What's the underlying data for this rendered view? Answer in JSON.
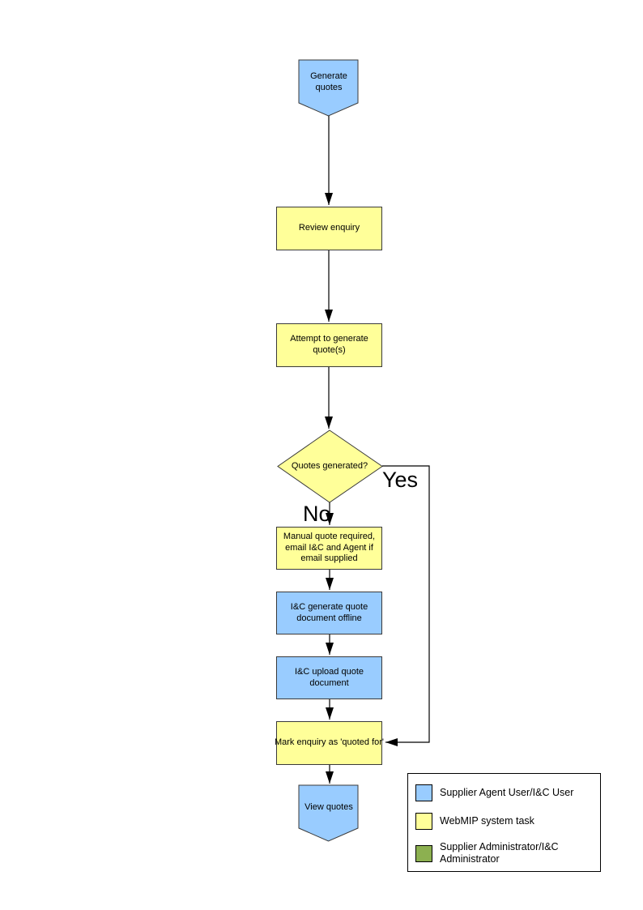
{
  "colors": {
    "node_blue": "#99CCFF",
    "node_yellow": "#FFFF99",
    "legend_green": "#8CB050",
    "stroke": "#3a3a3a",
    "connector": "#000000",
    "page_background": "#FFFFFF"
  },
  "nodes": {
    "start": {
      "label": "Generate quotes"
    },
    "review": {
      "label": "Review enquiry"
    },
    "attempt": {
      "label": "Attempt to generate quote(s)"
    },
    "decision": {
      "label": "Quotes generated?"
    },
    "manual": {
      "label": "Manual quote required, email I&C and Agent if email supplied"
    },
    "offline": {
      "label": "I&C generate quote document offline"
    },
    "upload": {
      "label": "I&C upload quote document"
    },
    "mark": {
      "label": "Mark enquiry as 'quoted for'"
    },
    "end": {
      "label": "View quotes"
    }
  },
  "edges": {
    "yes_label": "Yes",
    "no_label": "No"
  },
  "legend": {
    "items": [
      {
        "label": "Supplier Agent User/I&C User",
        "color": "#99CCFF"
      },
      {
        "label": "WebMIP system task",
        "color": "#FFFF99"
      },
      {
        "label": "Supplier Administrator/I&C Administrator",
        "color": "#8CB050"
      }
    ]
  }
}
